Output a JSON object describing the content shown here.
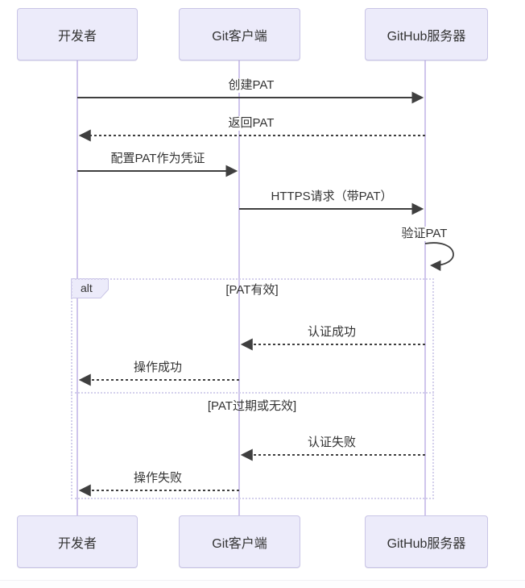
{
  "diagram_type": "sequence-diagram",
  "actors": [
    {
      "id": "developer",
      "label": "开发者"
    },
    {
      "id": "git-client",
      "label": "Git客户端"
    },
    {
      "id": "github-server",
      "label": "GitHub服务器"
    }
  ],
  "messages": [
    {
      "label": "创建PAT",
      "from": "developer",
      "to": "github-server",
      "style": "solid"
    },
    {
      "label": "返回PAT",
      "from": "github-server",
      "to": "developer",
      "style": "dashed"
    },
    {
      "label": "配置PAT作为凭证",
      "from": "developer",
      "to": "git-client",
      "style": "solid"
    },
    {
      "label": "HTTPS请求（带PAT）",
      "from": "git-client",
      "to": "github-server",
      "style": "solid"
    },
    {
      "label": "验证PAT",
      "from": "github-server",
      "to": "github-server",
      "style": "self-loop"
    },
    {
      "label": "认证成功",
      "from": "github-server",
      "to": "git-client",
      "style": "dashed"
    },
    {
      "label": "操作成功",
      "from": "git-client",
      "to": "developer",
      "style": "dashed"
    },
    {
      "label": "认证失败",
      "from": "github-server",
      "to": "git-client",
      "style": "dashed"
    },
    {
      "label": "操作失败",
      "from": "git-client",
      "to": "developer",
      "style": "dashed"
    }
  ],
  "alt_block": {
    "label": "alt",
    "conditions": [
      "[PAT有效]",
      "[PAT过期或无效]"
    ]
  },
  "colors": {
    "actor_fill": "#ECEBFA",
    "actor_border": "#C9C5E6",
    "lifeline": "#CFC5EC",
    "arrow": "#3F3F3F",
    "text": "#333333",
    "frame_border": "#D4D0EC"
  }
}
